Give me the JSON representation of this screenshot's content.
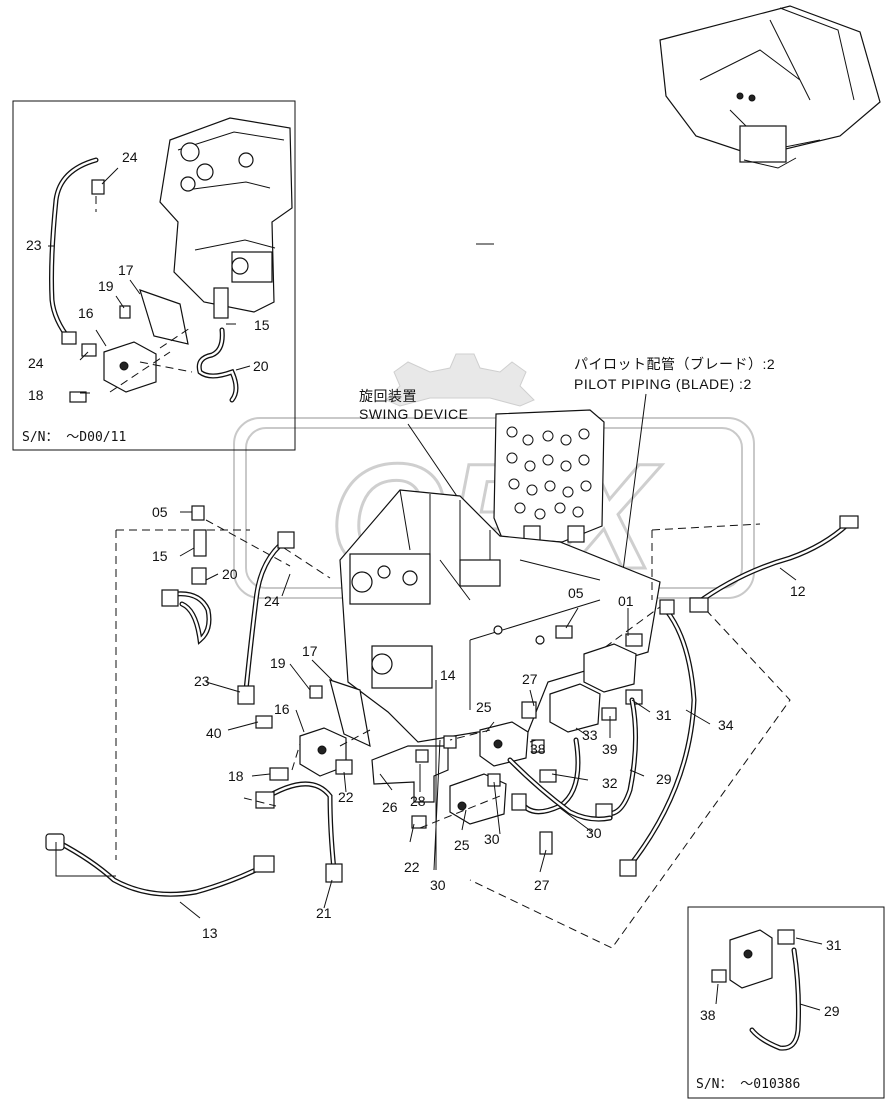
{
  "diagram": {
    "headers": {
      "swing_jp": "旋回装置",
      "swing_en": "SWING DEVICE",
      "pilot_jp": "パイロット配管（ブレード）:2",
      "pilot_en": "PILOT PIPING (BLADE) :2"
    },
    "insets": {
      "top_left_sn": "S/N： ～D00/11",
      "bottom_right_sn": "S/N： ～010386"
    },
    "watermark": "ORX",
    "callouts": {
      "a24": "24",
      "a23": "23",
      "a17": "17",
      "a19": "19",
      "a16": "16",
      "a15": "15",
      "a24b": "24",
      "a20": "20",
      "a18": "18",
      "m05a": "05",
      "m15": "15",
      "m20": "20",
      "m24": "24",
      "m23": "23",
      "m19": "19",
      "m17": "17",
      "m16": "16",
      "m40": "40",
      "m18": "18",
      "m22a": "22",
      "m26": "26",
      "m28": "28",
      "m14": "14",
      "m25a": "25",
      "m27a": "27",
      "m38": "38",
      "m33": "33",
      "m39": "39",
      "m31": "31",
      "m34": "34",
      "m32": "32",
      "m29": "29",
      "m30a": "30",
      "m30b": "30",
      "m30c": "30",
      "m25b": "25",
      "m27b": "27",
      "m22b": "22",
      "m21": "21",
      "m13": "13",
      "m05b": "05",
      "m01": "01",
      "m12": "12",
      "b31": "31",
      "b38": "38",
      "b29": "29"
    }
  }
}
